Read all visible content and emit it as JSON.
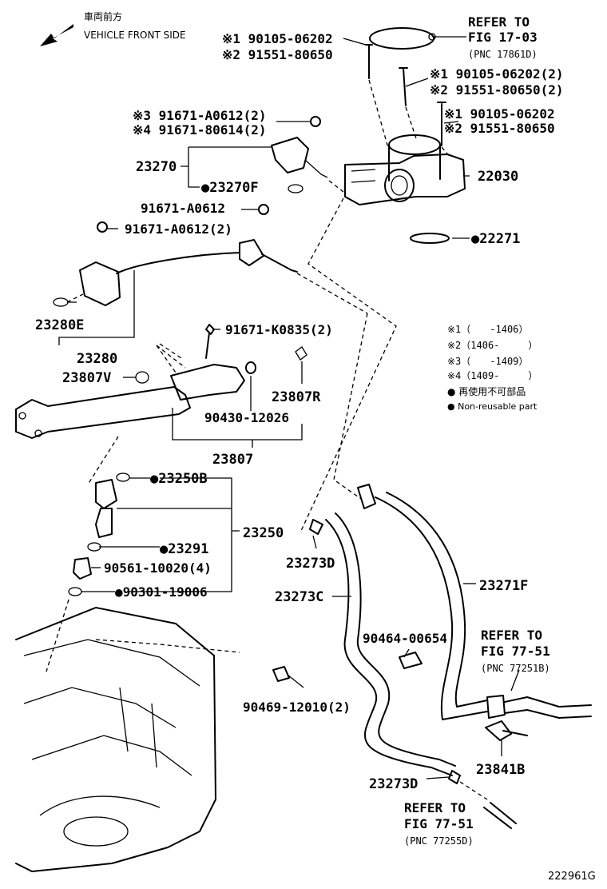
{
  "direction": {
    "jp": "車両前方",
    "en": "VEHICLE FRONT SIDE"
  },
  "legend": {
    "n1": "※1（　　-1406）",
    "n2": "※2（1406-　　　）",
    "n3": "※3（　　-1409）",
    "n4": "※4（1409-　　　）",
    "nonreuse_jp": "● 再使用不可部品",
    "nonreuse_en": "● Non-reusable part"
  },
  "refs": {
    "r1": {
      "l1": "REFER TO",
      "l2": "FIG 17-03",
      "l3": "(PNC 17861D)"
    },
    "r2": {
      "l1": "REFER TO",
      "l2": "FIG 77-51",
      "l3": "(PNC 77251B)"
    },
    "r3": {
      "l1": "REFER TO",
      "l2": "FIG 77-51",
      "l3": "(PNC 77255D)"
    }
  },
  "labels": {
    "b1a": "※1 90105-06202",
    "b1b": "※2 91551-80650",
    "b2a": "※1 90105-06202(2)",
    "b2b": "※2 91551-80650(2)",
    "b3a": "※1 90105-06202",
    "b3b": "※2 91551-80650",
    "s3": "※3 91671-A0612(2)",
    "s4": "※4 91671-80614(2)",
    "p23270": "23270",
    "p23270F": "●23270F",
    "p22030": "22030",
    "p22271": "●22271",
    "p91671a": "91671-A0612",
    "p91671b": "91671-A0612(2)",
    "p23280E": "23280E",
    "p23280": "23280",
    "p91671k": "91671-K0835(2)",
    "p23807V": "23807V",
    "p23807R": "23807R",
    "p90430": "90430-12026",
    "p23807": "23807",
    "p23250B": "●23250B",
    "p23250": "23250",
    "p23291": "●23291",
    "p90561": "90561-10020(4)",
    "p90301": "●90301-19006",
    "p23273D1": "23273D",
    "p23273C": "23273C",
    "p23271F": "23271F",
    "p90464": "90464-00654",
    "p90469": "90469-12010(2)",
    "p23841B": "23841B",
    "p23273D2": "23273D"
  },
  "figure_id": "222961G"
}
